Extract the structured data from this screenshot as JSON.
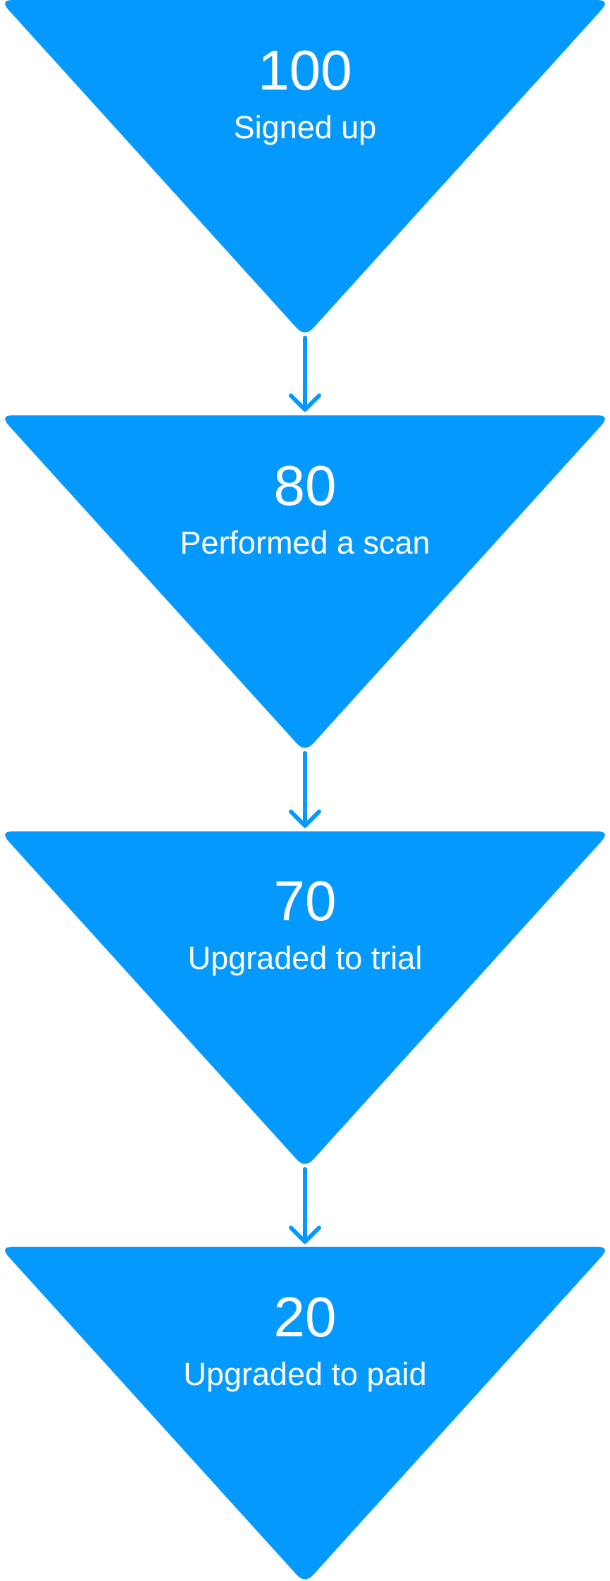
{
  "colors": {
    "stage_fill": "#0499FF",
    "connector": "#0499FF",
    "text": "#FFFFFF"
  },
  "funnel": {
    "stages": [
      {
        "value": "100",
        "label": "Signed up"
      },
      {
        "value": "80",
        "label": "Performed a scan"
      },
      {
        "value": "70",
        "label": "Upgraded to trial"
      },
      {
        "value": "20",
        "label": "Upgraded to paid"
      }
    ],
    "connector_icon": "arrow-down-icon"
  }
}
